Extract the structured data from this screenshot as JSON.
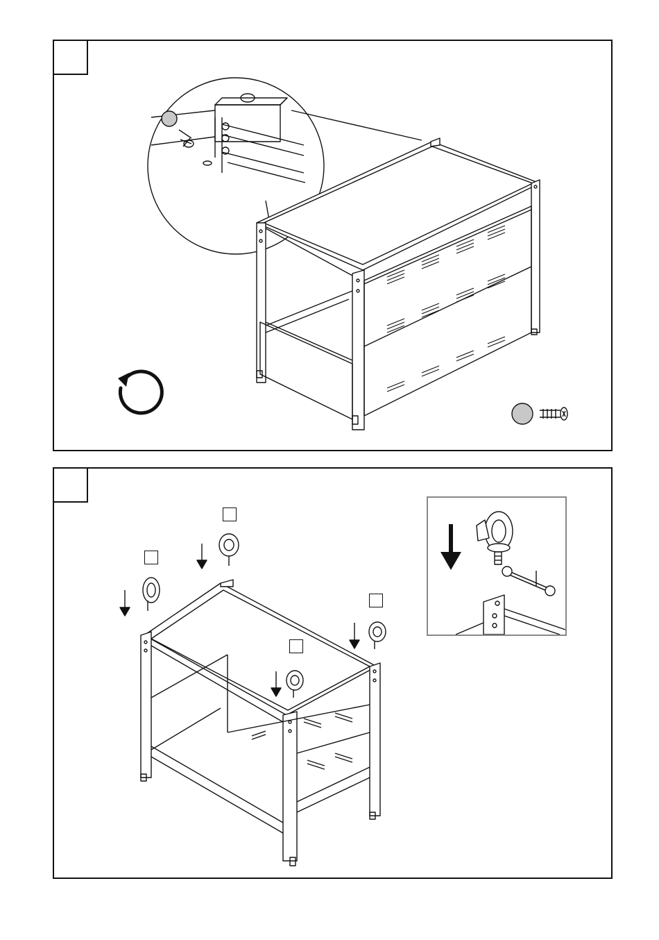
{
  "steps": [
    {
      "number": "",
      "illustration": "rear-cabinet-screw-attachment",
      "icons": [
        "rotate-clockwise-icon",
        "screw-icon"
      ],
      "colors": {
        "line": "#111111",
        "callout_fill": "#c8c8c8"
      }
    },
    {
      "number": "",
      "illustration": "caster-wheel-installation",
      "icons": [
        "down-arrow-icon",
        "caster-wheel-icon",
        "wrench-icon"
      ],
      "caster_count": 4,
      "colors": {
        "line": "#111111",
        "inset_border": "#888888"
      }
    }
  ]
}
